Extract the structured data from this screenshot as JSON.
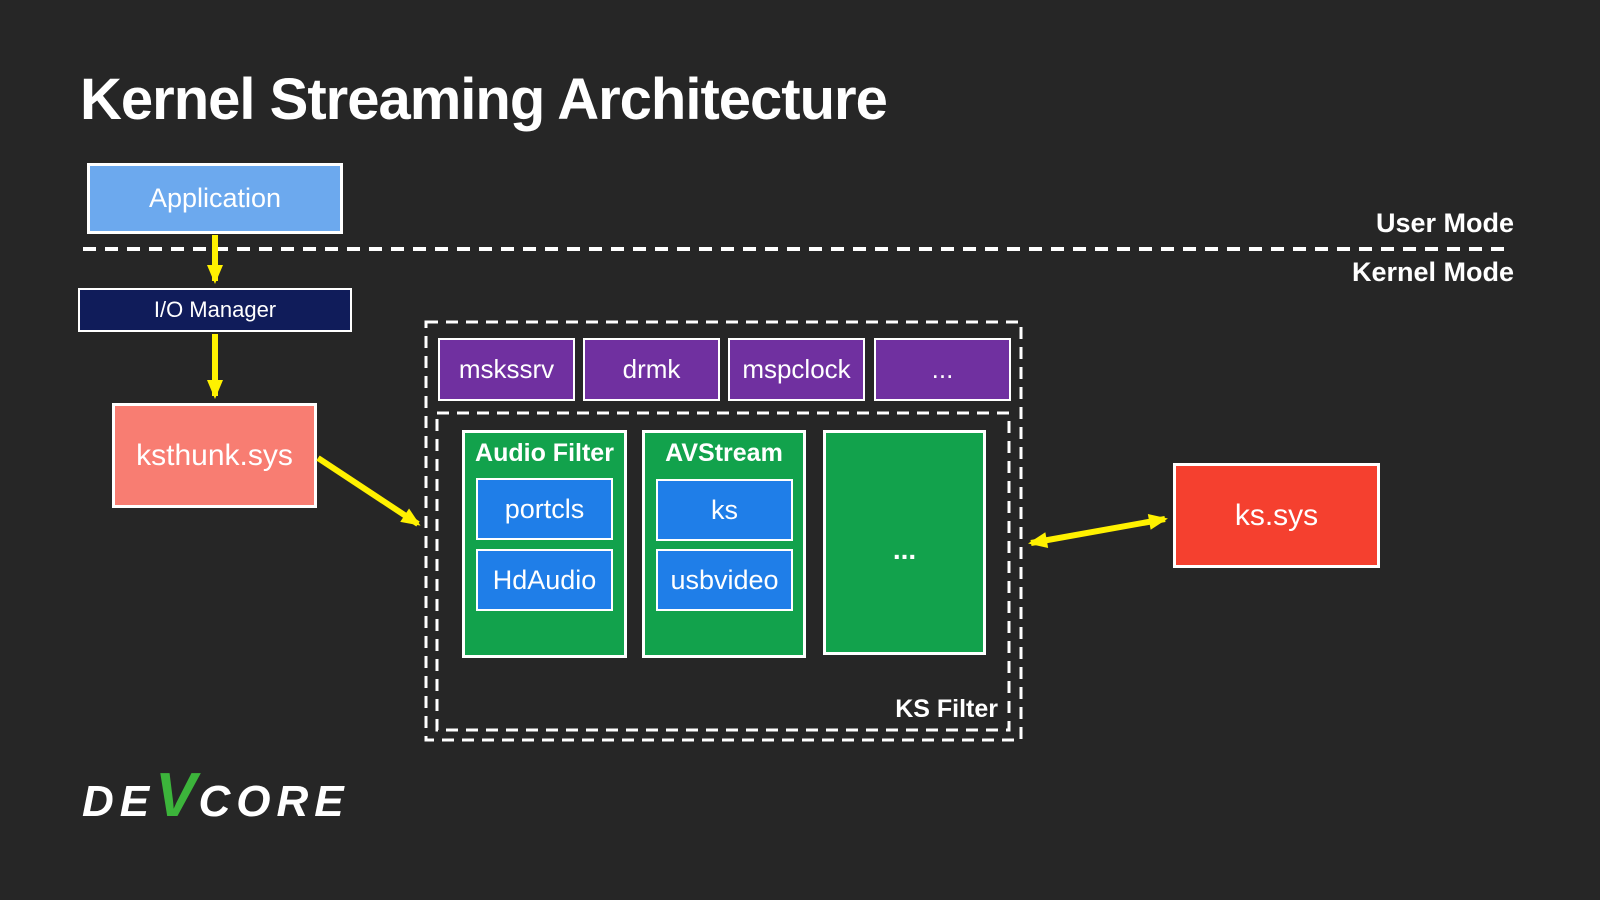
{
  "slide": {
    "title": "Kernel Streaming Architecture",
    "background": "#262626"
  },
  "mode_labels": {
    "user": "User Mode",
    "kernel": "Kernel Mode"
  },
  "boxes": {
    "application": {
      "label": "Application",
      "fill": "#6CA9EE"
    },
    "io_manager": {
      "label": "I/O Manager",
      "fill": "#101C5A"
    },
    "ksthunk": {
      "label": "ksthunk.sys",
      "fill": "#F87D72"
    },
    "kssys": {
      "label": "ks.sys",
      "fill": "#F5402F"
    }
  },
  "proxy_modules": [
    {
      "label": "mskssrv"
    },
    {
      "label": "drmk"
    },
    {
      "label": "mspclock"
    },
    {
      "label": "..."
    }
  ],
  "ks_filter": {
    "label": "KS Filter",
    "groups": [
      {
        "label": "Audio Filter",
        "children": [
          "portcls",
          "HdAudio"
        ]
      },
      {
        "label": "AVStream",
        "children": [
          "ks",
          "usbvideo"
        ]
      },
      {
        "label": "...",
        "children": []
      }
    ]
  },
  "logo": {
    "part1": "DE",
    "accent": "V",
    "part2": "CORE"
  },
  "colors": {
    "arrow": "#FFF100",
    "dashed_line": "#FFFFFF",
    "purple": "#7030A0",
    "green": "#12A24C",
    "blue": "#1F7EE8",
    "logo_accent": "#3CB43B"
  }
}
